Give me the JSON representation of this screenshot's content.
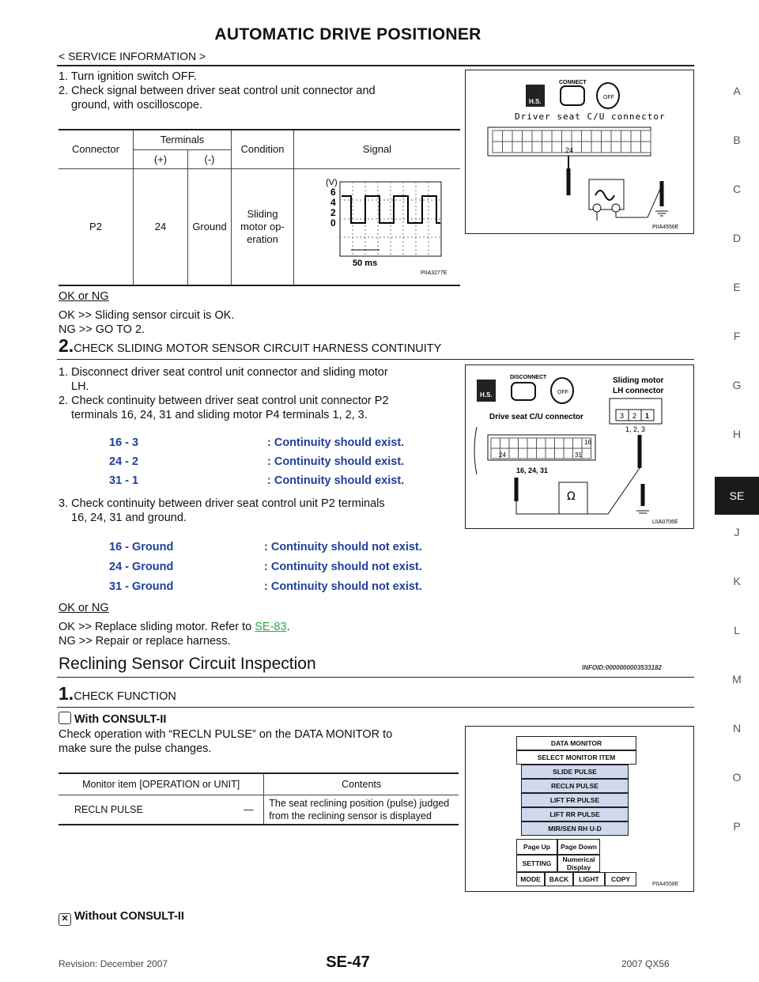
{
  "header": {
    "title": "AUTOMATIC DRIVE POSITIONER",
    "subtitle": "< SERVICE INFORMATION >"
  },
  "side_tabs": [
    "A",
    "B",
    "C",
    "D",
    "E",
    "F",
    "G",
    "H",
    "SE",
    "J",
    "K",
    "L",
    "M",
    "N",
    "O",
    "P"
  ],
  "active_tab": "SE",
  "step1": {
    "items": [
      "1. Turn ignition switch OFF.",
      "2. Check signal between driver seat control unit connector and",
      "ground, with oscilloscope."
    ],
    "table": {
      "h_connector": "Connector",
      "h_terminals": "Terminals",
      "h_plus": "(+)",
      "h_minus": "(-)",
      "h_condition": "Condition",
      "h_signal": "Signal",
      "connector": "P2",
      "plus": "24",
      "minus": "Ground",
      "condition": [
        "Sliding",
        "motor op-",
        "eration"
      ],
      "osc": {
        "unit": "(V)",
        "ticks": [
          "6",
          "4",
          "2",
          "0"
        ],
        "time": "50 ms",
        "fig_id": "PIIA3277E"
      }
    },
    "ok_ng": "OK or NG",
    "ok": "OK     >> Sliding sensor circuit is OK.",
    "ng": "NG     >> GO TO 2.",
    "fig": {
      "connect": "CONNECT",
      "hs": "H.S.",
      "off": "OFF",
      "caption": "Driver seat C/U connector",
      "pin": "24",
      "fig_id": "PIIA4556E"
    }
  },
  "step2": {
    "num": "2.",
    "heading": "CHECK SLIDING MOTOR SENSOR CIRCUIT HARNESS CONTINUITY",
    "items": [
      "1. Disconnect driver seat control unit connector and sliding motor",
      "LH.",
      "2. Check continuity between driver seat control unit connector P2",
      "terminals 16, 24, 31 and sliding motor P4 terminals 1, 2, 3."
    ],
    "cont": [
      [
        "16 - 3",
        ": Continuity should exist."
      ],
      [
        "24 - 2",
        ": Continuity should exist."
      ],
      [
        "31 - 1",
        ": Continuity should exist."
      ]
    ],
    "item3": [
      "3. Check continuity between driver seat control unit P2 terminals",
      "16, 24, 31 and ground."
    ],
    "gnd": [
      [
        "16 - Ground",
        ": Continuity should not exist."
      ],
      [
        "24 - Ground",
        ": Continuity should not exist."
      ],
      [
        "31 - Ground",
        ": Continuity should not exist."
      ]
    ],
    "ok_ng": "OK or NG",
    "ok_pre": "OK     >> Replace sliding motor. Refer to ",
    "ok_link": "SE-83",
    "ok_post": ".",
    "ng": "NG     >> Repair or replace harness.",
    "fig": {
      "disconnect": "DISCONNECT",
      "hs": "H.S.",
      "off": "OFF",
      "motor_label": [
        "Sliding motor",
        "LH connector"
      ],
      "motor_pins": [
        "3",
        "2",
        "1"
      ],
      "motor_terms": "1, 2, 3",
      "cu_label": "Drive seat C/U connector",
      "cu_pins": [
        "16",
        "24",
        "31"
      ],
      "cu_terms": "16, 24, 31",
      "ohm": "Ω",
      "fig_id": "LIIA0706E"
    }
  },
  "reclining": {
    "heading": "Reclining Sensor Circuit Inspection",
    "infoid": "INFOID:0000000003533182",
    "num": "1.",
    "step": "CHECK FUNCTION",
    "with": "With CONSULT-II",
    "text": [
      "Check operation with “RECLN PULSE” on the DATA MONITOR to",
      "make sure the pulse changes."
    ],
    "table": {
      "h1": "Monitor item [OPERATION or UNIT]",
      "h2": "Contents",
      "item": "RECLN PULSE",
      "dash": "—",
      "contents": [
        "The seat reclining position (pulse) judged",
        "from the reclining sensor is displayed"
      ]
    },
    "without": "Without CONSULT-II",
    "monitor": {
      "title": "DATA MONITOR",
      "select": "SELECT MONITOR ITEM",
      "items": [
        "SLIDE PULSE",
        "RECLN PULSE",
        "LIFT FR PULSE",
        "LIFT RR PULSE",
        "MIR/SEN RH U-D"
      ],
      "page_up": "Page Up",
      "page_down": "Page Down",
      "setting": "SETTING",
      "numerical": [
        "Numerical",
        "Display"
      ],
      "bottom": [
        "MODE",
        "BACK",
        "LIGHT",
        "COPY"
      ],
      "fig_id": "PIIA4558E"
    }
  },
  "footer": {
    "revision": "Revision: December 2007",
    "page": "SE-47",
    "model": "2007 QX56"
  }
}
